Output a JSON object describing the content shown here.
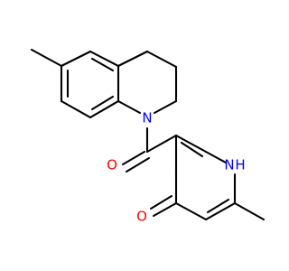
{
  "molecule": {
    "atoms": {
      "n_quinoline": {
        "symbol": "N"
      },
      "o_carbonyl": {
        "symbol": "O"
      },
      "n_pyridone": {
        "symbol": "N"
      },
      "h_pyridone": {
        "symbol": "H"
      },
      "o_pyridone": {
        "symbol": "O"
      }
    },
    "colors": {
      "nitrogen": "#0000ff",
      "oxygen": "#ff0000",
      "bond": "#000000"
    }
  }
}
